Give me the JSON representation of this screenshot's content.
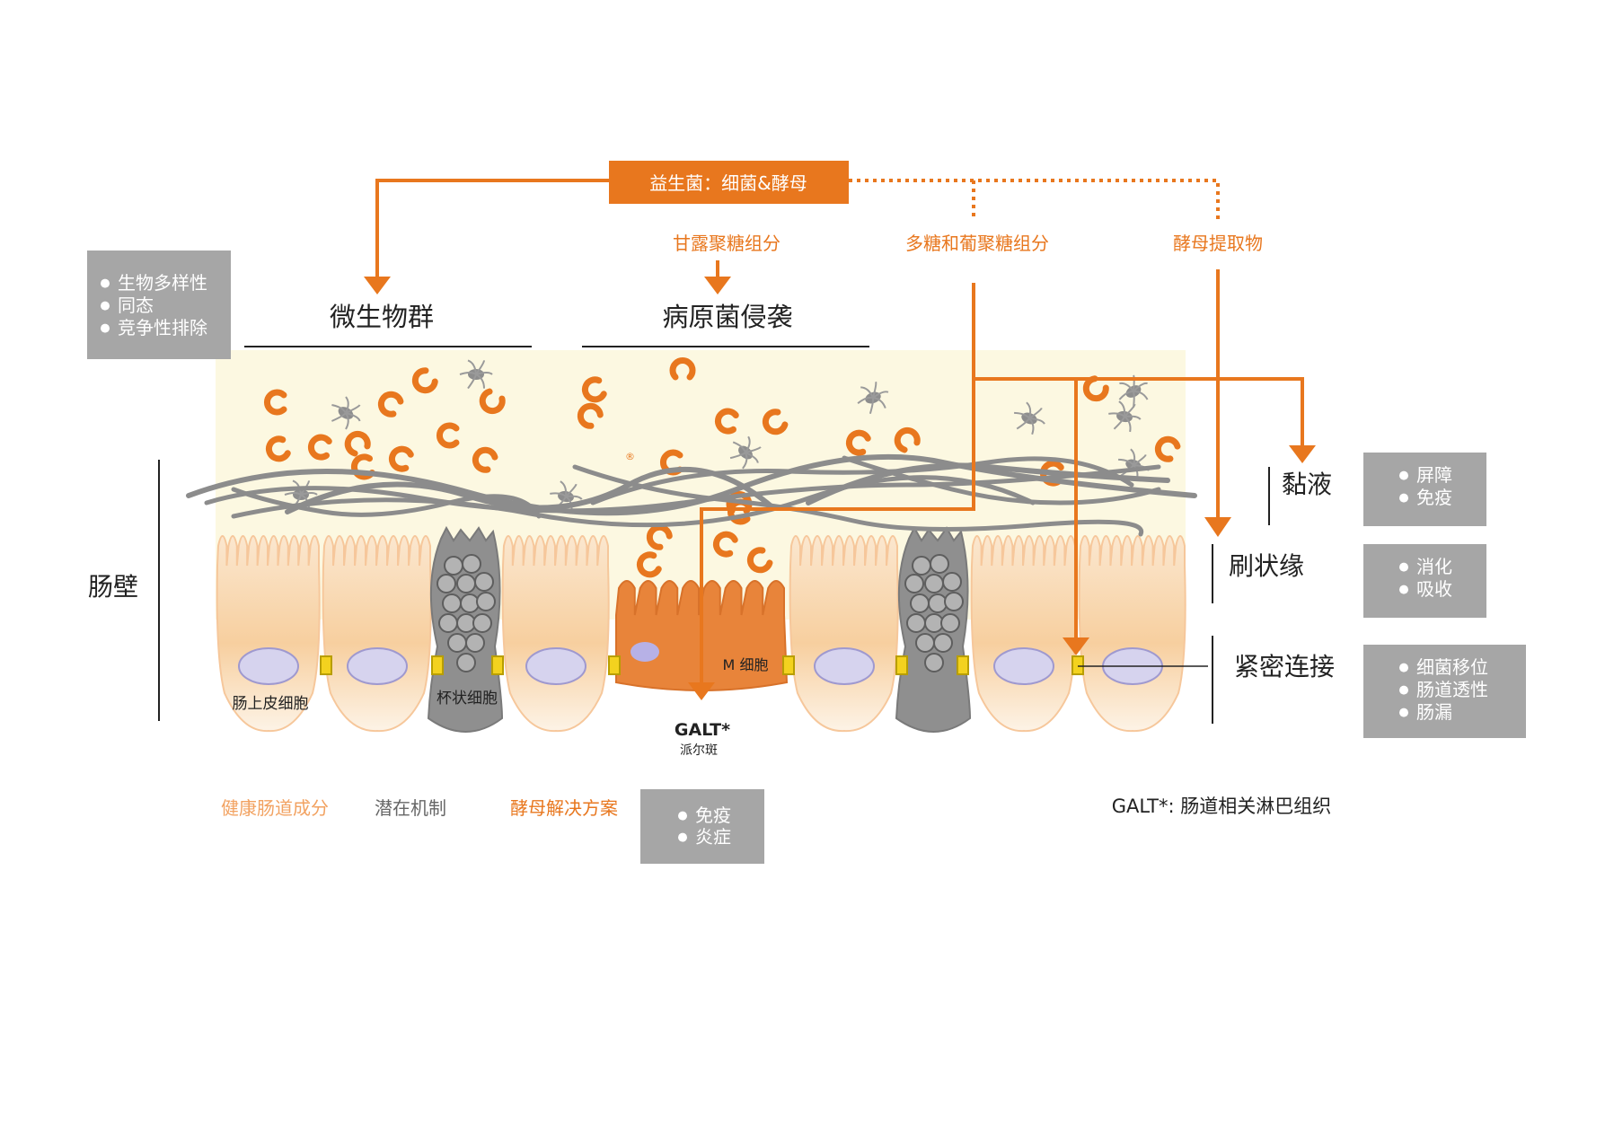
{
  "probiotic_label": "益生菌：细菌&酵母",
  "sources": {
    "mannan": "甘露聚糖组分",
    "glucan": "多糖和葡聚糖组分",
    "extract": "酵母提取物"
  },
  "sections": {
    "microbiota": "微生物群",
    "pathogen": "病原菌侵袭"
  },
  "left_box": [
    "生物多样性",
    "同态",
    "竞争性排除"
  ],
  "wall_label": "肠壁",
  "cell_labels": {
    "epithelial": "肠上皮细胞",
    "goblet": "杯状细胞",
    "m_cell": "M 细胞",
    "galt": "GALT*",
    "peyer": "派尔斑"
  },
  "layers": [
    {
      "label": "黏液",
      "bullets": [
        "屏障",
        "免疫"
      ]
    },
    {
      "label": "刷状缘",
      "bullets": [
        "消化",
        "吸收"
      ]
    },
    {
      "label": "紧密连接",
      "bullets": [
        "细菌移位",
        "肠道透性",
        "肠漏"
      ]
    }
  ],
  "legend": {
    "healthy": "健康肠道成分",
    "mechanism": "潜在机制",
    "solution": "酵母解决方案",
    "solution_bullets": [
      "免疫",
      "炎症"
    ]
  },
  "footnote": "GALT*: 肠道相关淋巴组织",
  "colors": {
    "accent": "#e8771e",
    "box_gray": "#a6a6a6",
    "mucus_bg": "#fcf8e1",
    "cell_fill": "#f8d3a7",
    "nucleus": "#d6d3ee",
    "junction": "#f3d21f",
    "fiber": "#8c8c8c"
  }
}
